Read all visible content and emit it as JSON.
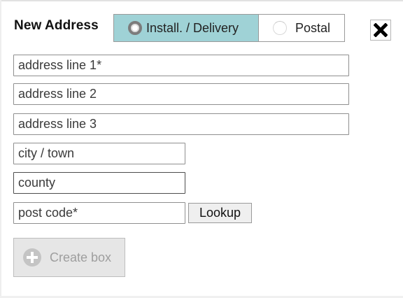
{
  "form": {
    "title": "New Address"
  },
  "address_type": {
    "options": [
      {
        "label": "Install. / Delivery",
        "selected": true
      },
      {
        "label": "Postal",
        "selected": false
      }
    ],
    "selected_color": "#9fd2d6"
  },
  "close_icon": "close-x-icon",
  "fields": {
    "address_line_1": {
      "placeholder": "address line 1*",
      "value": ""
    },
    "address_line_2": {
      "placeholder": "address line 2",
      "value": ""
    },
    "address_line_3": {
      "placeholder": "address line 3",
      "value": ""
    },
    "city": {
      "placeholder": "city / town",
      "value": ""
    },
    "county": {
      "placeholder": "county",
      "value": ""
    },
    "post_code": {
      "placeholder": "post code*",
      "value": ""
    }
  },
  "buttons": {
    "lookup_label": "Lookup",
    "create_label": "Create box",
    "create_icon": "plus-circle-icon"
  }
}
